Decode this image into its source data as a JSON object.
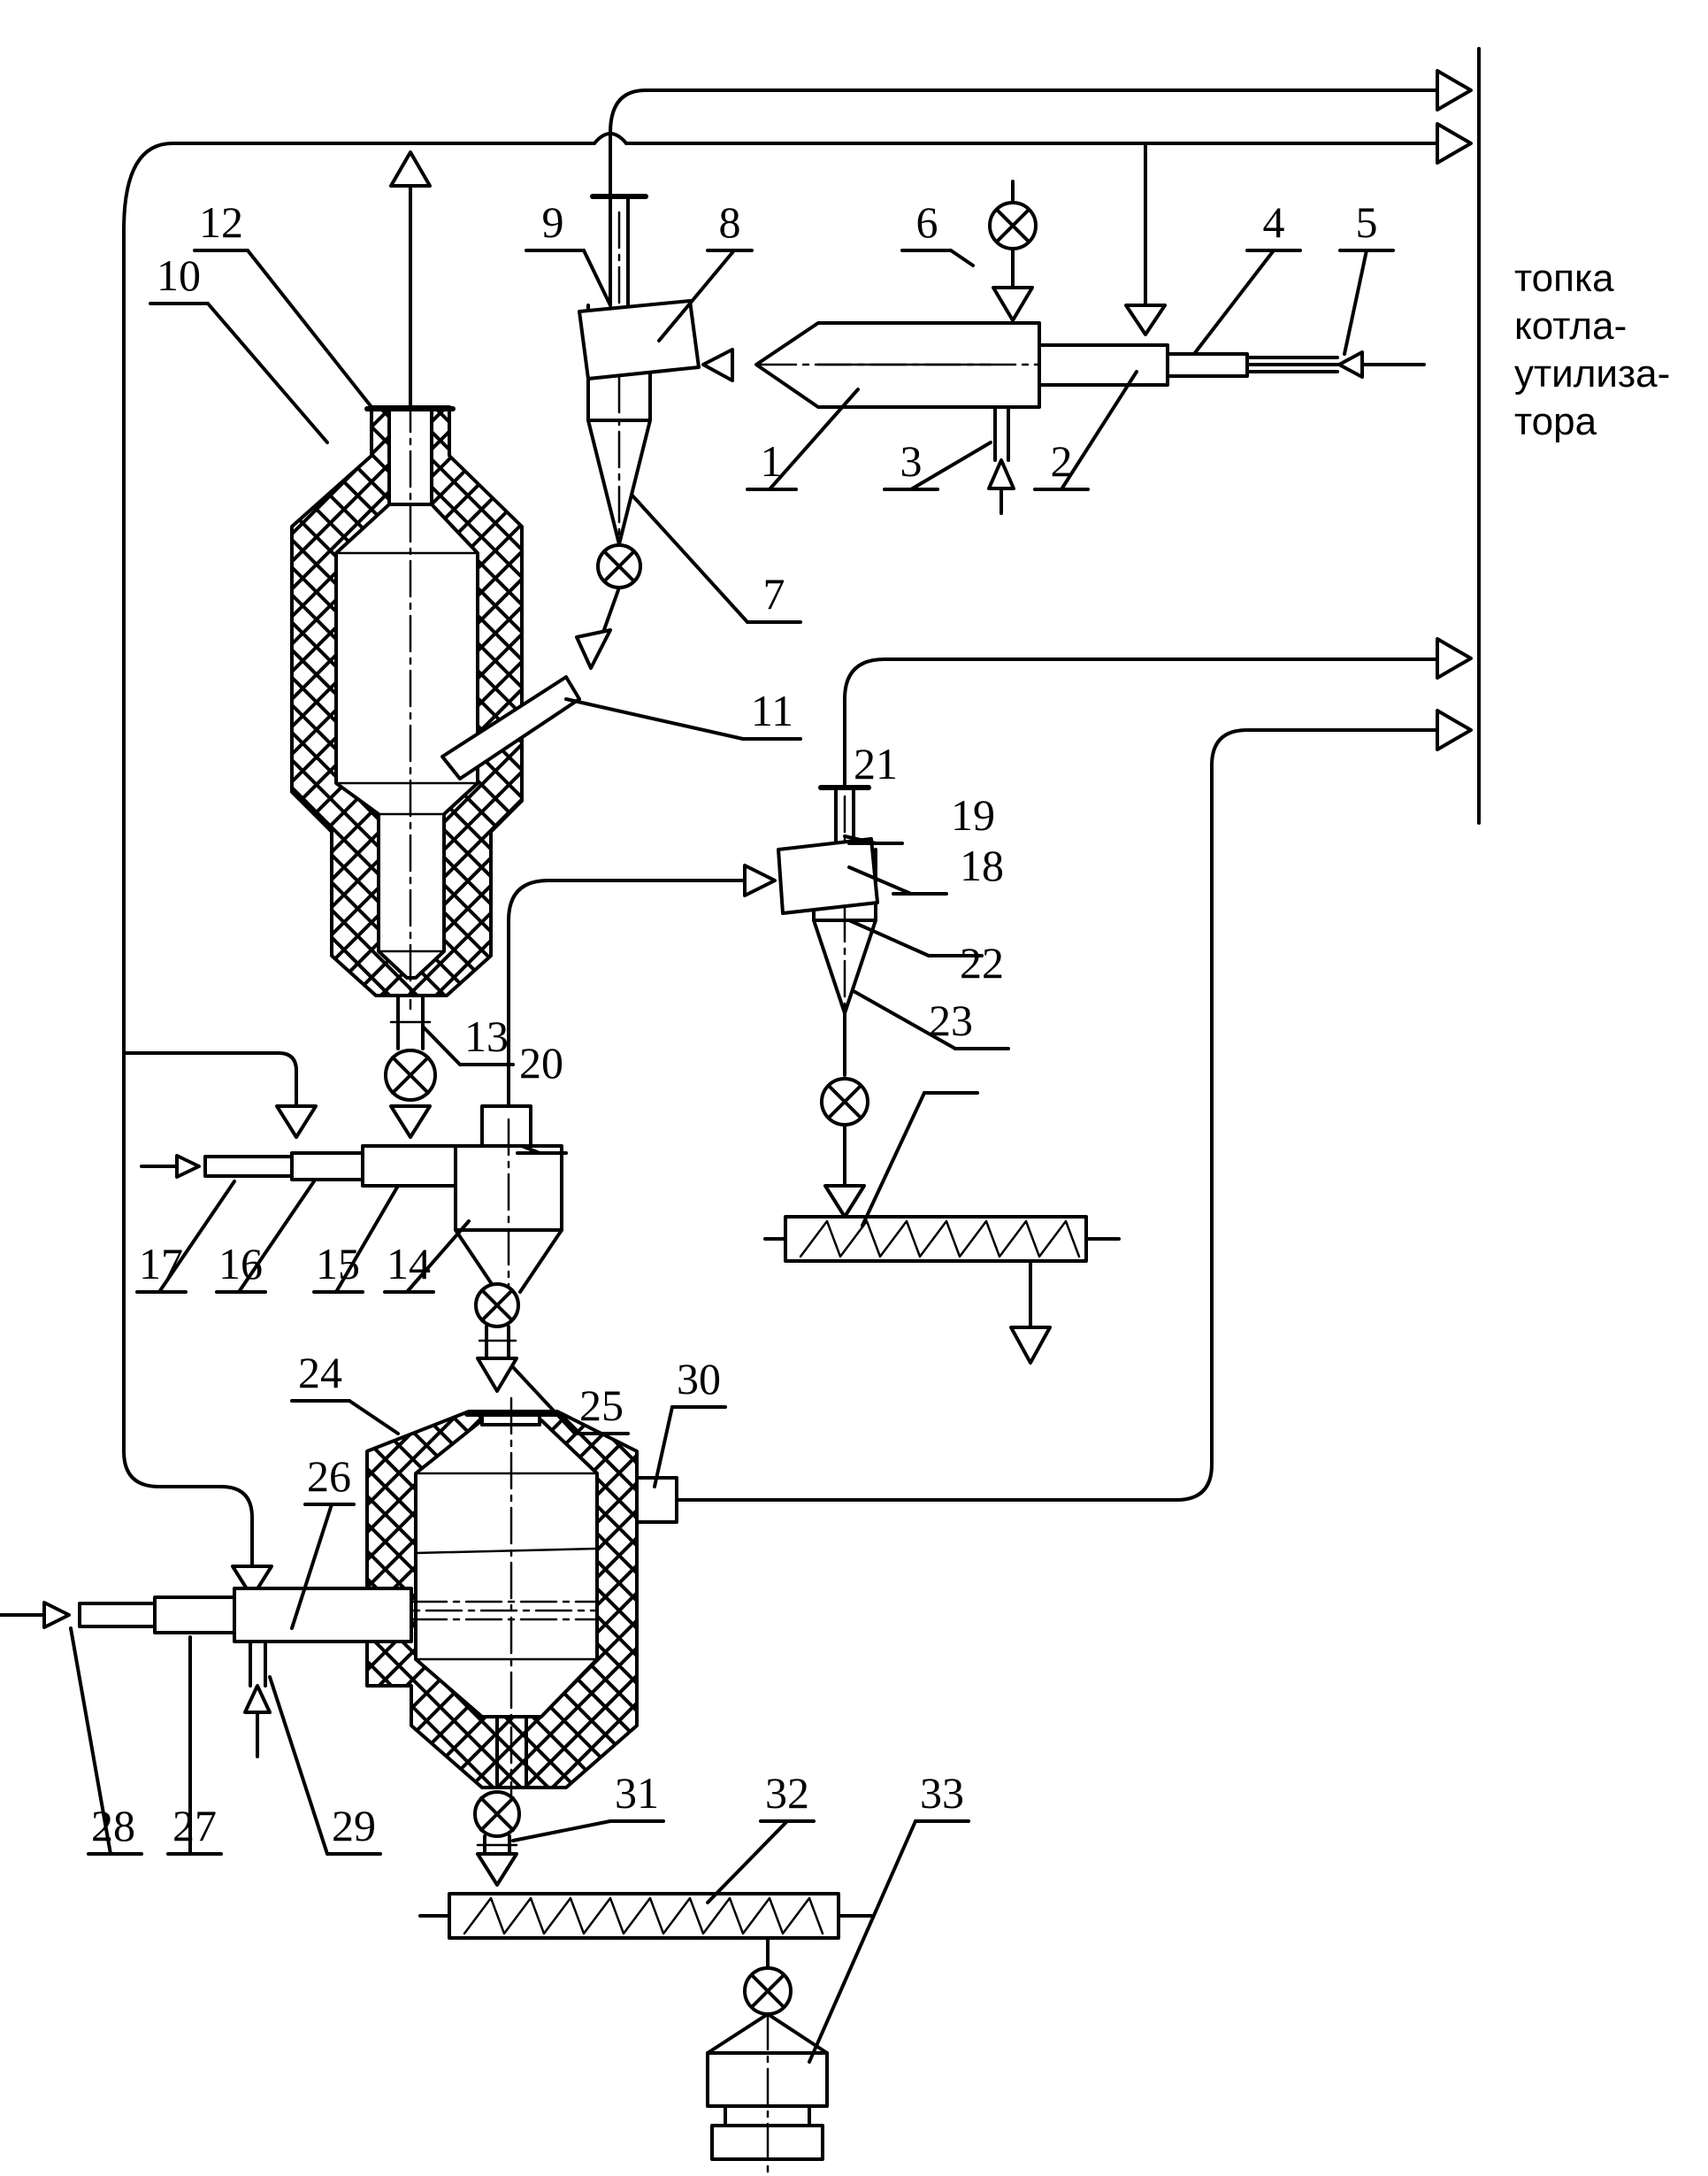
{
  "caption": {
    "line1": "топка",
    "line2": "котла-",
    "line3": "утилиза-",
    "line4": "тора"
  },
  "labels": [
    "1",
    "2",
    "3",
    "4",
    "5",
    "6",
    "7",
    "8",
    "9",
    "10",
    "11",
    "12",
    "13",
    "14",
    "15",
    "16",
    "17",
    "18",
    "19",
    "20",
    "21",
    "22",
    "23",
    "24",
    "25",
    "26",
    "27",
    "28",
    "29",
    "30",
    "31",
    "32",
    "33"
  ]
}
